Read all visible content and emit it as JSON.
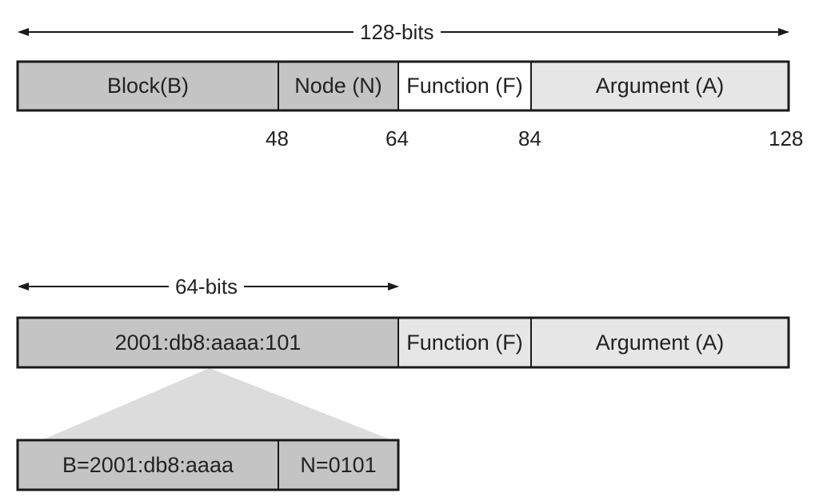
{
  "colors": {
    "dark_gray": "#c4c4c4",
    "light_gray": "#e6e6e6",
    "white": "#ffffff",
    "border": "#1a1a1a",
    "wedge": "#dcdcdc"
  },
  "top_format": {
    "span_label": "128-bits",
    "fields": [
      {
        "label": "Block(B)",
        "fill": "dark_gray"
      },
      {
        "label": "Node (N)",
        "fill": "dark_gray"
      },
      {
        "label": "Function (F)",
        "fill": "white"
      },
      {
        "label": "Argument (A)",
        "fill": "light_gray"
      }
    ],
    "ticks": [
      "48",
      "64",
      "84",
      "128"
    ]
  },
  "bottom_format": {
    "span_label": "64-bits",
    "fields": [
      {
        "label": "2001:db8:aaaa:101",
        "fill": "dark_gray"
      },
      {
        "label": "Function (F)",
        "fill": "light_gray"
      },
      {
        "label": "Argument (A)",
        "fill": "light_gray"
      }
    ]
  },
  "expansion": {
    "fields": [
      {
        "label": "B=2001:db8:aaaa",
        "fill": "dark_gray"
      },
      {
        "label": "N=0101",
        "fill": "dark_gray"
      }
    ]
  }
}
